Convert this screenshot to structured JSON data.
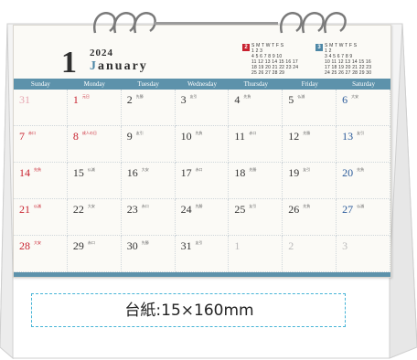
{
  "calendar": {
    "year": "2024",
    "month_number": "1",
    "month_name": "January",
    "weekdays": [
      "Sunday",
      "Monday",
      "Tuesday",
      "Wednesday",
      "Thursday",
      "Friday",
      "Saturday"
    ],
    "weeks": [
      [
        {
          "n": "31",
          "c": "#e6a5b0"
        },
        {
          "n": "1",
          "c": "#c8212f",
          "t": "元日"
        },
        {
          "n": "2",
          "c": "#333",
          "t": "先勝"
        },
        {
          "n": "3",
          "c": "#333",
          "t": "友引"
        },
        {
          "n": "4",
          "c": "#333",
          "t": "先負"
        },
        {
          "n": "5",
          "c": "#333",
          "t": "仏滅"
        },
        {
          "n": "6",
          "c": "#2a5a9a",
          "t": "大安"
        }
      ],
      [
        {
          "n": "7",
          "c": "#c8212f",
          "t": "赤口"
        },
        {
          "n": "8",
          "c": "#c8212f",
          "t": "成人の日"
        },
        {
          "n": "9",
          "c": "#333",
          "t": "友引"
        },
        {
          "n": "10",
          "c": "#333",
          "t": "先負"
        },
        {
          "n": "11",
          "c": "#333",
          "t": "赤口"
        },
        {
          "n": "12",
          "c": "#333",
          "t": "先勝"
        },
        {
          "n": "13",
          "c": "#2a5a9a",
          "t": "友引"
        }
      ],
      [
        {
          "n": "14",
          "c": "#c8212f",
          "t": "先負"
        },
        {
          "n": "15",
          "c": "#333",
          "t": "仏滅"
        },
        {
          "n": "16",
          "c": "#333",
          "t": "大安"
        },
        {
          "n": "17",
          "c": "#333",
          "t": "赤口"
        },
        {
          "n": "18",
          "c": "#333",
          "t": "先勝"
        },
        {
          "n": "19",
          "c": "#333",
          "t": "友引"
        },
        {
          "n": "20",
          "c": "#2a5a9a",
          "t": "先負"
        }
      ],
      [
        {
          "n": "21",
          "c": "#c8212f",
          "t": "仏滅"
        },
        {
          "n": "22",
          "c": "#333",
          "t": "大安"
        },
        {
          "n": "23",
          "c": "#333",
          "t": "赤口"
        },
        {
          "n": "24",
          "c": "#333",
          "t": "先勝"
        },
        {
          "n": "25",
          "c": "#333",
          "t": "友引"
        },
        {
          "n": "26",
          "c": "#333",
          "t": "先負"
        },
        {
          "n": "27",
          "c": "#2a5a9a",
          "t": "仏滅"
        }
      ],
      [
        {
          "n": "28",
          "c": "#c8212f",
          "t": "大安"
        },
        {
          "n": "29",
          "c": "#333",
          "t": "赤口"
        },
        {
          "n": "30",
          "c": "#333",
          "t": "先勝"
        },
        {
          "n": "31",
          "c": "#333",
          "t": "友引"
        },
        {
          "n": "1",
          "c": "#bbbbbb"
        },
        {
          "n": "2",
          "c": "#bbbbbb"
        },
        {
          "n": "3",
          "c": "#bbbbbb"
        }
      ]
    ],
    "mini_prev": {
      "badge": "2",
      "badge_color": "#c8212f",
      "rows": [
        "S  M  T  W  T  F  S",
        "             1  2  3",
        "4  5  6  7  8  9  10",
        "11 12 13 14 15 16 17",
        "18 19 20 21 22 23 24",
        "25 26 27 28 29"
      ]
    },
    "mini_next": {
      "badge": "3",
      "badge_color": "#4d87a6",
      "rows": [
        "S  M  T  W  T  F  S",
        "                   1  2",
        "3  4  5  6  7  8  9",
        "10 11 12 13 14 15 16",
        "17 18 19 20 21 22 23",
        "24 25 26 27 28 29 30"
      ]
    },
    "stand_label": "台紙:15×160mm",
    "accent_color": "#5d92ab"
  }
}
